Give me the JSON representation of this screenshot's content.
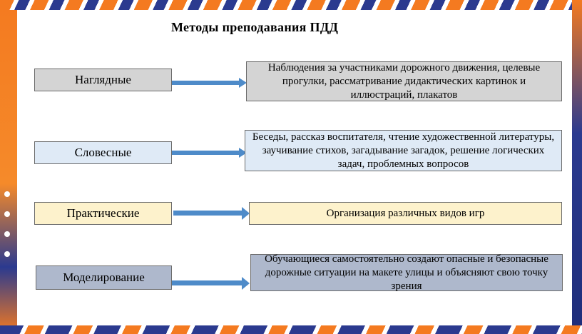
{
  "title": "Методы преподавания ПДД",
  "colors": {
    "frame_orange": "#f47a20",
    "frame_blue": "#2b3a8f",
    "arrow_blue": "#4e8bc9",
    "grey_box": "#d4d4d4",
    "light_blue_box": "#dfeaf6",
    "cream_box": "#fdf2cc",
    "slate_box": "#aeb8cc"
  },
  "rows": [
    {
      "method": "Наглядные",
      "description": "Наблюдения за участниками дорожного движения, целевые прогулки, рассматривание дидактических картинок и иллюстраций, плакатов",
      "color": "#d4d4d4"
    },
    {
      "method": "Словесные",
      "description": "Беседы, рассказ воспитателя, чтение художественной литературы, заучивание стихов, загадывание загадок, решение логических задач, проблемных вопросов",
      "color": "#dfeaf6"
    },
    {
      "method": "Практические",
      "description": "Организация различных видов игр",
      "color": "#fdf2cc"
    },
    {
      "method": "Моделирование",
      "description": "Обучающиеся самостоятельно создают опасные и безопасные дорожные ситуации на макете улицы и объясняют свою точку зрения",
      "color": "#aeb8cc"
    }
  ]
}
